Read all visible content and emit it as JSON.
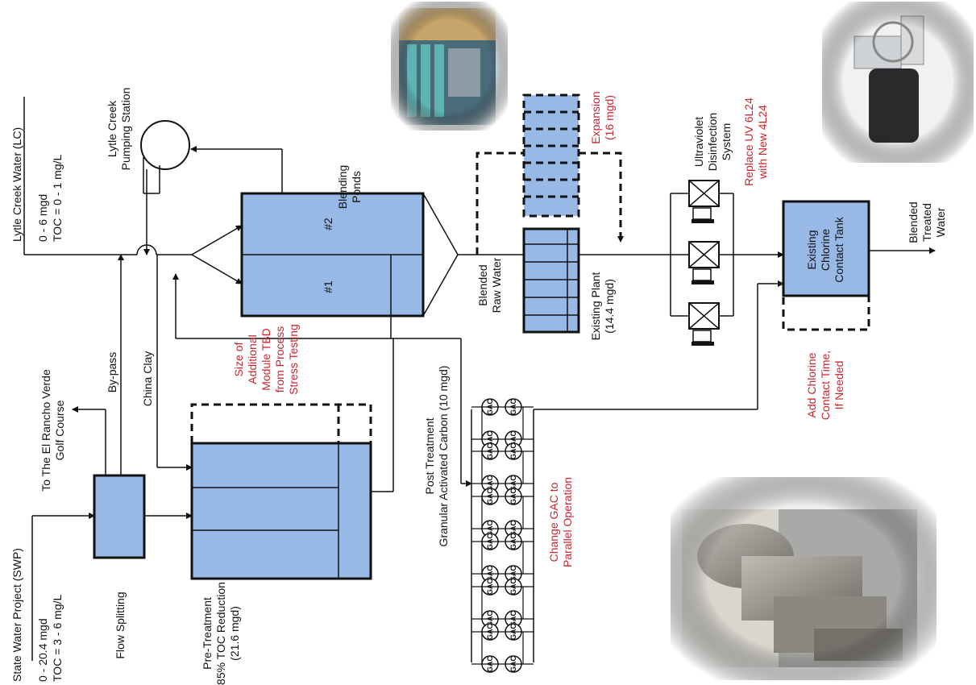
{
  "sources": {
    "lytle_creek": {
      "name": "Lytle Creek Water (LC)",
      "flow": "0 - 6 mgd",
      "toc": "TOC = 0 - 1 mg/L"
    },
    "swp": {
      "name": "State Water Project (SWP)",
      "flow": "0 - 20.4 mgd",
      "toc": "TOC = 3 - 6 mg/L"
    }
  },
  "labels": {
    "pumping_station": [
      "Lytle Creek",
      "Pumping Station"
    ],
    "blending_ponds": [
      "Blending",
      "Ponds"
    ],
    "pond_1": "#1",
    "pond_2": "#2",
    "flow_splitting": "Flow Splitting",
    "golf_course": [
      "To The El Rancho Verde",
      "Golf Course"
    ],
    "bypass": "By-pass",
    "china_clay": "China Clay",
    "pretreatment": [
      "Pre-Treatment",
      "85% TOC Reduction",
      "(21.6 mgd)"
    ],
    "additional_module": [
      "Size of",
      "Additional",
      "Module TBD",
      "from Process",
      "Stress Testing"
    ],
    "blended_raw_water": [
      "Blended",
      "Raw Water"
    ],
    "existing_plant": [
      "Existing Plant",
      "(14.4 mgd)"
    ],
    "expansion": [
      "Expansion",
      "(16 mgd)"
    ],
    "uv_system": [
      "Ultraviolet",
      "Disinfection",
      "System"
    ],
    "replace_uv": [
      "Replace UV 6L24",
      "with New 4L24"
    ],
    "chlorine_tank": [
      "Existing",
      "Chlorine",
      "Contact Tank"
    ],
    "add_chlorine": [
      "Add Chlorine",
      "Contact Time,",
      "If Needed"
    ],
    "treated_water": [
      "Blended",
      "Treated",
      "Water"
    ],
    "post_treatment": [
      "Post Treatment",
      "Granular Activated Carbon (10 mgd)"
    ],
    "change_gac": [
      "Change GAC to",
      "Parallel Operation"
    ],
    "gac_unit": "GAC"
  },
  "colors": {
    "process_box": "#98b8e6",
    "annotation": "#c8262d",
    "line": "#111111"
  },
  "photos": [
    "filter-gallery-photo",
    "uv-reactor-photo",
    "gac-vessels-photo"
  ]
}
